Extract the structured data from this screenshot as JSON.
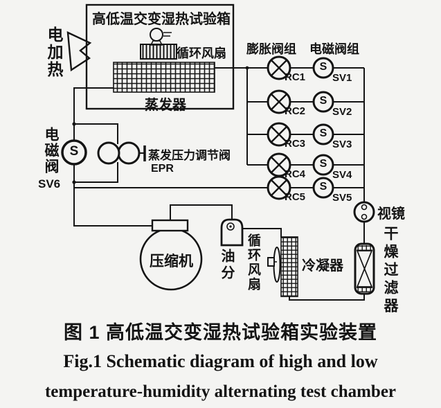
{
  "diagram": {
    "chamber_title": "高低温交变湿热试验箱",
    "electric_heater_label": "电加热",
    "chamber_fan_label": "循环风扇",
    "evaporator_label": "蒸发器",
    "expansion_valve_group_label": "膨胀阀组",
    "solenoid_valve_group_label": "电磁阀组",
    "valve_rows": [
      {
        "rc": "RC1",
        "sv": "SV1"
      },
      {
        "rc": "RC2",
        "sv": "SV2"
      },
      {
        "rc": "RC3",
        "sv": "SV3"
      },
      {
        "rc": "RC4",
        "sv": "SV4"
      },
      {
        "rc": "RC5",
        "sv": "SV5"
      }
    ],
    "solenoid_letter": "S",
    "left_solenoid": {
      "label": "电磁阀",
      "id": "SV6"
    },
    "epr": {
      "label": "蒸发压力调节阀",
      "id": "EPR"
    },
    "compressor_label": "压缩机",
    "oil_separator_label": "油分",
    "condenser_fan_label": "循环风扇",
    "condenser_label": "冷凝器",
    "sight_glass_label": "视镜",
    "filter_drier_label": "干燥过滤器"
  },
  "caption": {
    "zh": "图 1  高低温交变湿热试验箱实验装置",
    "en_line1": "Fig.1   Schematic diagram of high and low",
    "en_line2": "temperature-humidity alternating test chamber"
  },
  "colors": {
    "ink": "#141414",
    "paper": "#f4f4f2"
  }
}
